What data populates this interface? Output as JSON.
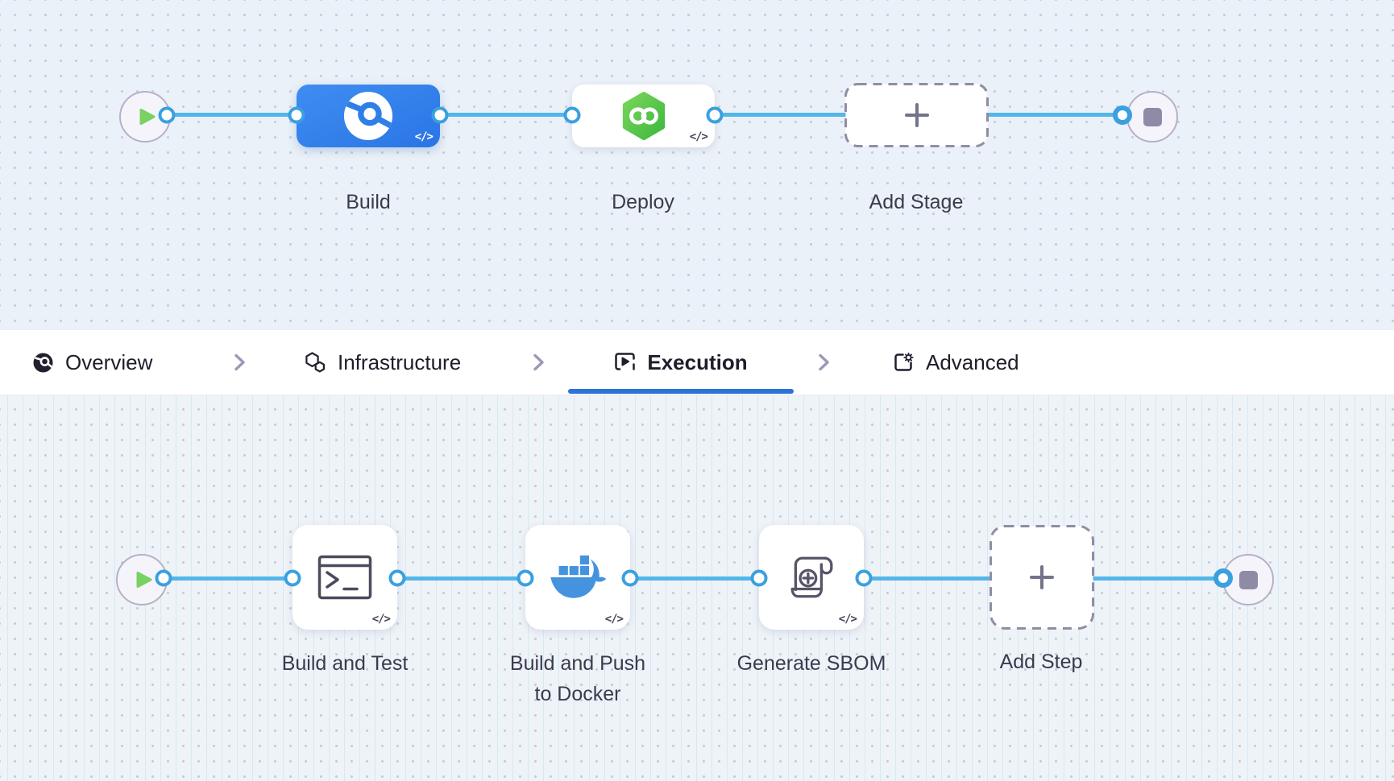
{
  "pipeline": {
    "start_node": {
      "icon": "play-icon"
    },
    "stages": [
      {
        "id": "build",
        "label": "Build",
        "icon": "ci-build-icon",
        "selected": true
      },
      {
        "id": "deploy",
        "label": "Deploy",
        "icon": "cd-deploy-icon",
        "selected": false
      }
    ],
    "add_stage": {
      "label": "Add Stage",
      "icon": "plus-icon"
    },
    "end_node": {
      "icon": "stop-icon"
    }
  },
  "tabs": {
    "items": [
      {
        "label": "Overview",
        "icon": "overview-icon",
        "active": false
      },
      {
        "label": "Infrastructure",
        "icon": "infrastructure-icon",
        "active": false
      },
      {
        "label": "Execution",
        "icon": "execution-icon",
        "active": true
      },
      {
        "label": "Advanced",
        "icon": "advanced-icon",
        "active": false
      }
    ]
  },
  "execution": {
    "start_node": {
      "icon": "play-icon"
    },
    "steps": [
      {
        "id": "build-and-test",
        "label": "Build and Test",
        "icon": "terminal-icon"
      },
      {
        "id": "build-and-push-to-docker",
        "label": "Build and Push to Docker",
        "icon": "docker-icon"
      },
      {
        "id": "generate-sbom",
        "label": "Generate SBOM",
        "icon": "sbom-scroll-icon"
      }
    ],
    "add_step": {
      "label": "Add Step",
      "icon": "plus-icon"
    },
    "end_node": {
      "icon": "stop-icon"
    }
  },
  "badges": {
    "code": "</>"
  },
  "colors": {
    "selected_stage_blue": "#2f7fe9",
    "connector_blue": "#54b6e8",
    "port_ring_blue": "#3aa0e0",
    "active_tab_underline": "#2d72da",
    "cd_green": "#5bc84a",
    "docker_blue": "#4593de",
    "play_green": "#79d163",
    "stop_gray": "#8d8ba6",
    "canvas_top_bg": "#ebf1f8",
    "canvas_bottom_bg": "#eef3f8"
  }
}
